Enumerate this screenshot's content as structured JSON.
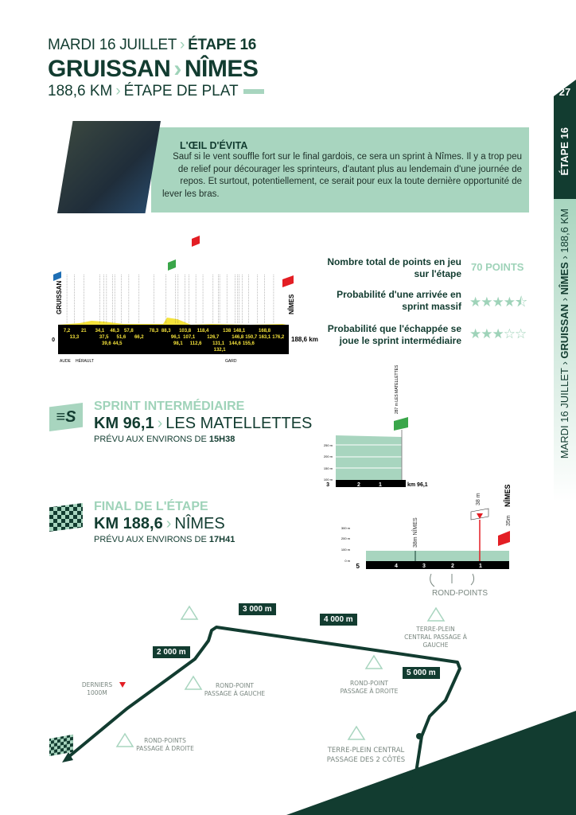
{
  "header": {
    "date": "MARDI 16 JUILLET",
    "stage": "ÉTAPE 16",
    "start": "GRUISSAN",
    "finish": "NÎMES",
    "distance": "188,6 KM",
    "type": "ÉTAPE DE PLAT"
  },
  "sidebar": {
    "page": "27",
    "stage": "ÉTAPE 16",
    "date": "MARDI 16 JUILLET",
    "route_start": "GRUISSAN",
    "route_finish": "NÎMES",
    "distance": "188,6 KM"
  },
  "quote": {
    "title": "L'ŒIL D'ÉVITA",
    "text": "Sauf si le vent souffle fort sur le final gardois, ce sera un sprint à Nîmes. Il y a trop peu de relief pour décourager les sprinteurs, d'autant plus au lendemain d'une journée de repos. Et surtout, potentiellement, ce serait pour eux la toute dernière opportunité de lever les bras."
  },
  "stats": [
    {
      "label": "Nombre total de points en jeu sur l'étape",
      "value": "70 POINTS"
    },
    {
      "label": "Probabilité d'une arrivée en sprint massif",
      "stars": 4.5,
      "max": 5
    },
    {
      "label": "Probabilité que l'échappée se joue le sprint intermédiaire",
      "stars": 3,
      "max": 5
    }
  ],
  "profile": {
    "start": "GRUISSAN",
    "finish": "NÎMES",
    "total": "188,6 km",
    "zero": "0",
    "departments": [
      "AUDE",
      "HÉRAULT",
      "GARD"
    ],
    "km_row1": [
      "7,2",
      "21",
      "34,1",
      "46,3",
      "57,8",
      "78,3",
      "88,3",
      "103,8",
      "118,4",
      "138",
      "148,1",
      "168,8"
    ],
    "km_row2": [
      "13,3",
      "37,5",
      "51,6",
      "66,2",
      "96,1",
      "107,1",
      "126,7",
      "146,8",
      "150,7",
      "163,1",
      "176,2"
    ],
    "km_row3": [
      "39,6",
      "44,5",
      "98,1",
      "112,6",
      "131,1",
      "144,6",
      "155,6"
    ],
    "km_row4": [
      "132,1"
    ]
  },
  "sprint": {
    "title": "SPRINT INTERMÉDIAIRE",
    "km": "KM 96,1",
    "place": "LES MATELLETTES",
    "eta_label": "PRÉVU AUX ENVIRONS DE",
    "eta": "15H38",
    "chart": {
      "summit": "287 m LES MATELLETTES",
      "y_ticks": [
        "250 m",
        "200 m",
        "150 m",
        "100 m"
      ],
      "km_labels": [
        "3",
        "2",
        "1"
      ],
      "end": "km 96,1"
    }
  },
  "final": {
    "title": "FINAL DE L'ÉTAPE",
    "km": "KM 188,6",
    "place": "NÎMES",
    "eta_label": "PRÉVU AUX ENVIRONS DE",
    "eta": "17H41",
    "chart": {
      "finish": "NÎMES",
      "finish_alt": "35m",
      "mark": "38m NÎMES",
      "flamme": "38 m",
      "y_ticks": [
        "300 m",
        "200 m",
        "100 m",
        "0 m"
      ],
      "km_labels": [
        "5",
        "4",
        "3",
        "2",
        "1"
      ],
      "note": "ROND-POINTS"
    }
  },
  "map": {
    "markers": [
      "2 000 m",
      "3 000 m",
      "4 000 m",
      "5 000 m"
    ],
    "notes": {
      "last_km": "DERNIERS 1000M",
      "rp_left": "ROND-POINT PASSAGE À GAUCHE",
      "rps_right": "ROND-POINTS PASSAGE À DROITE",
      "rp_right": "ROND-POINT PASSAGE À DROITE",
      "tp_left": "TERRE-PLEIN CENTRAL PASSAGE À GAUCHE",
      "tp_both": "TERRE-PLEIN CENTRAL PASSAGE DES 2 CÔTÉS"
    }
  },
  "colors": {
    "dark": "#123c30",
    "mint": "#a8d5bf",
    "red": "#e31e24",
    "yellow": "#f5e33a"
  }
}
